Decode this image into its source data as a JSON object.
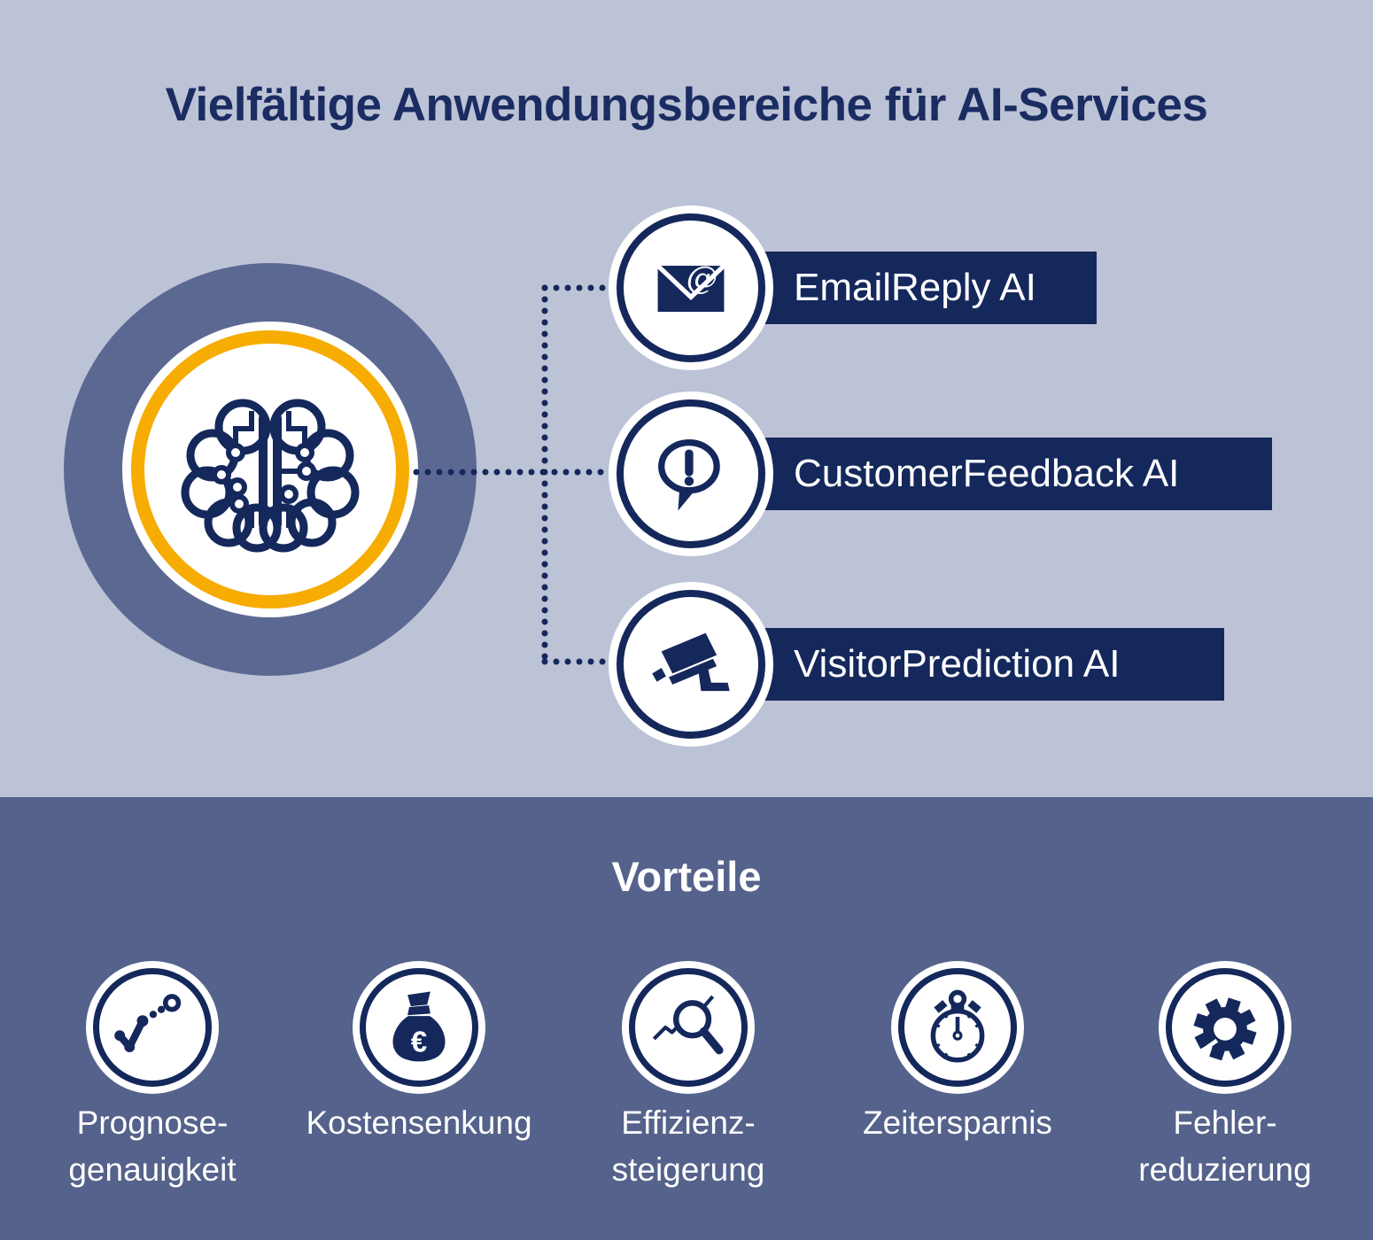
{
  "header": {
    "title": "Vielfältige Anwendungsbereiche für AI-Services"
  },
  "hub": {
    "icon": "brain-circuit-icon"
  },
  "services": [
    {
      "label": "EmailReply AI",
      "icon": "email-at-icon"
    },
    {
      "label": "CustomerFeedback AI",
      "icon": "speech-bubble-exclamation-icon"
    },
    {
      "label": "VisitorPrediction AI",
      "icon": "surveillance-camera-icon"
    }
  ],
  "benefits": {
    "title": "Vorteile",
    "items": [
      {
        "label": "Prognose-\ngenauigkeit",
        "icon": "trend-forecast-icon"
      },
      {
        "label": "Kostensenkung",
        "icon": "money-bag-euro-icon"
      },
      {
        "label": "Effizienz-\nsteigerung",
        "icon": "magnifier-chart-icon"
      },
      {
        "label": "Zeitersparnis",
        "icon": "stopwatch-icon"
      },
      {
        "label": "Fehler-\nreduzierung",
        "icon": "gear-icon"
      }
    ]
  },
  "colors": {
    "navy": "#15285C",
    "title_navy": "#1B2C62",
    "yellow": "#F6AC00",
    "top_background": "#BDC3D6",
    "bottom_background": "#55628B",
    "hub_slate": "#5B6992",
    "white": "#FFFFFF"
  }
}
